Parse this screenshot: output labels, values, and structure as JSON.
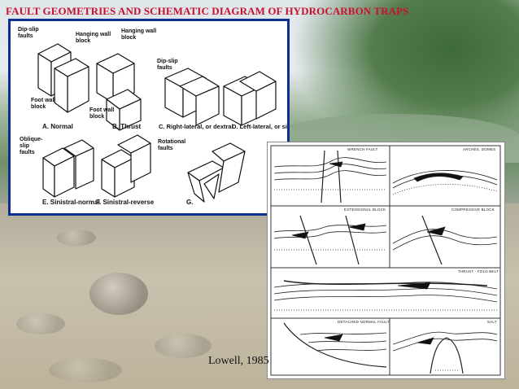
{
  "slide": {
    "title": "FAULT GEOMETRIES AND SCHEMATIC DIAGRAM OF HYDROCARBON TRAPS",
    "credit": "Lowell, 1985"
  },
  "fault_diagram": {
    "labels": {
      "dip_slip": "Dip-slip\nfaults",
      "hanging_wall_1": "Hanging wall\nblock",
      "hanging_wall_2": "Hanging wall\nblock",
      "foot_wall_1": "Foot wall\nblock",
      "foot_wall_2": "Foot wall\nblock",
      "dip_slip_2": "Dip-slip\nfaults",
      "oblique_slip": "Oblique-\nslip\nfaults",
      "rotational": "Rotational\nfaults"
    },
    "captions": {
      "a": "A. Normal",
      "b": "B. Thrust",
      "c": "C. Right-lateral, or dextral",
      "d": "D. Left-lateral, or sinistral",
      "e": "E. Sinistral-normal",
      "f": "F. Sinistral-reverse",
      "g": "G."
    }
  },
  "trap_sections": {
    "tags": {
      "wrench": "WRENCH FAULT",
      "arches": "ARCHES, DOMES",
      "extensional": "EXTENSIONAL BLOCK",
      "compressive": "COMPRESSIVE BLOCK",
      "thrust": "THRUST - FOLD BELT",
      "detached": "DETACHED NORMAL FAULT",
      "salt": "SALT"
    }
  }
}
